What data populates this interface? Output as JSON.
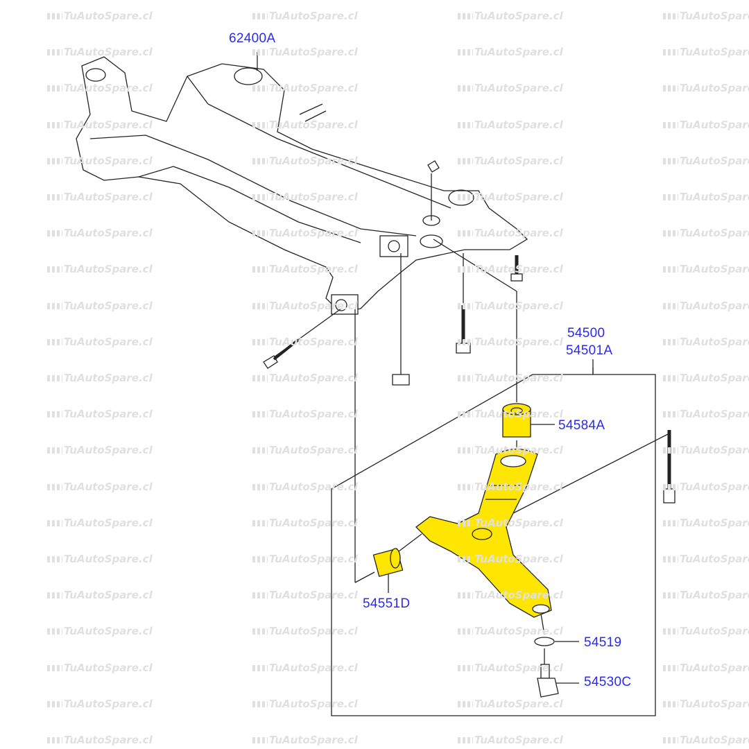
{
  "watermark": "TuAutoSpare.cl",
  "colors": {
    "label": "#2a2af0",
    "highlight": "#ffe600",
    "line": "#222222"
  },
  "labels": {
    "subframe": "62400A",
    "arm_1": "54500",
    "arm_2": "54501A",
    "bushing_rear": "54584A",
    "bushing_front": "54551D",
    "washer": "54519",
    "ball_joint": "54530C"
  }
}
